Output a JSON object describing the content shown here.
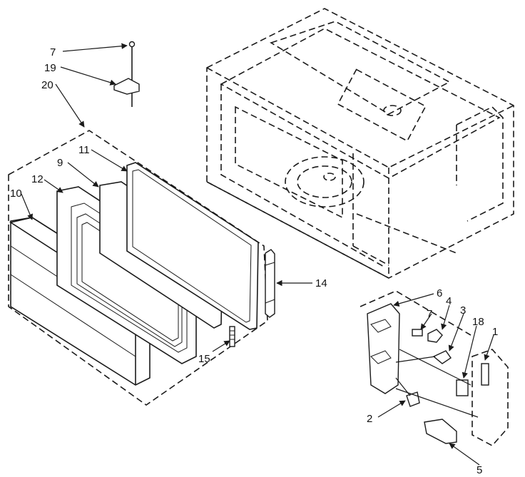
{
  "callouts": [
    {
      "id": "c7a",
      "text": "7"
    },
    {
      "id": "c19",
      "text": "19"
    },
    {
      "id": "c20",
      "text": "20"
    },
    {
      "id": "c11",
      "text": "11"
    },
    {
      "id": "c9",
      "text": "9"
    },
    {
      "id": "c12",
      "text": "12"
    },
    {
      "id": "c10",
      "text": "10"
    },
    {
      "id": "c14",
      "text": "14"
    },
    {
      "id": "c15",
      "text": "15"
    },
    {
      "id": "c6",
      "text": "6"
    },
    {
      "id": "c7b",
      "text": "7"
    },
    {
      "id": "c4",
      "text": "4"
    },
    {
      "id": "c3",
      "text": "3"
    },
    {
      "id": "c18",
      "text": "18"
    },
    {
      "id": "c1",
      "text": "1"
    },
    {
      "id": "c2",
      "text": "2"
    },
    {
      "id": "c5",
      "text": "5"
    }
  ]
}
